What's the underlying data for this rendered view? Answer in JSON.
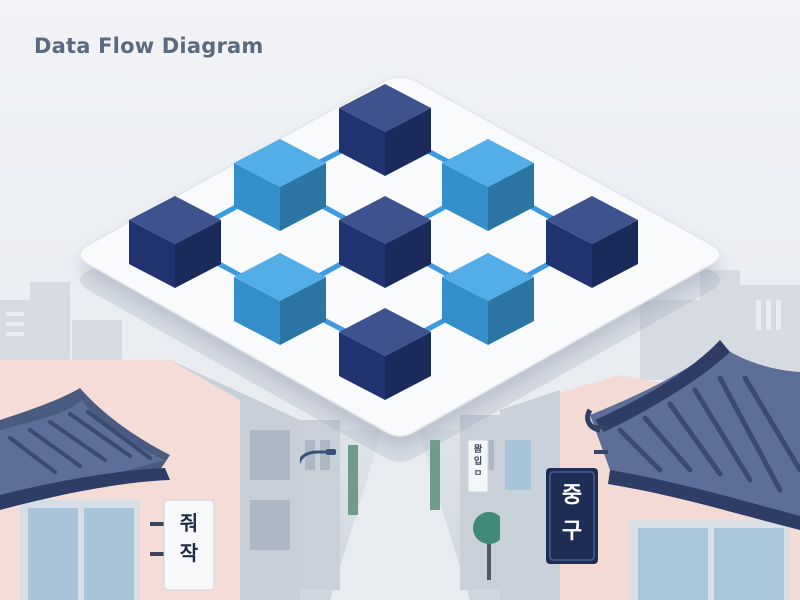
{
  "title": "Data Flow Diagram",
  "signs": {
    "left": "줘작",
    "center": "뫔입ㅁ",
    "right": "중구"
  },
  "diagram": {
    "node_colors": {
      "dark": "#243a7e",
      "light": "#3ba2e4"
    },
    "link_color": "#3b9be0"
  }
}
